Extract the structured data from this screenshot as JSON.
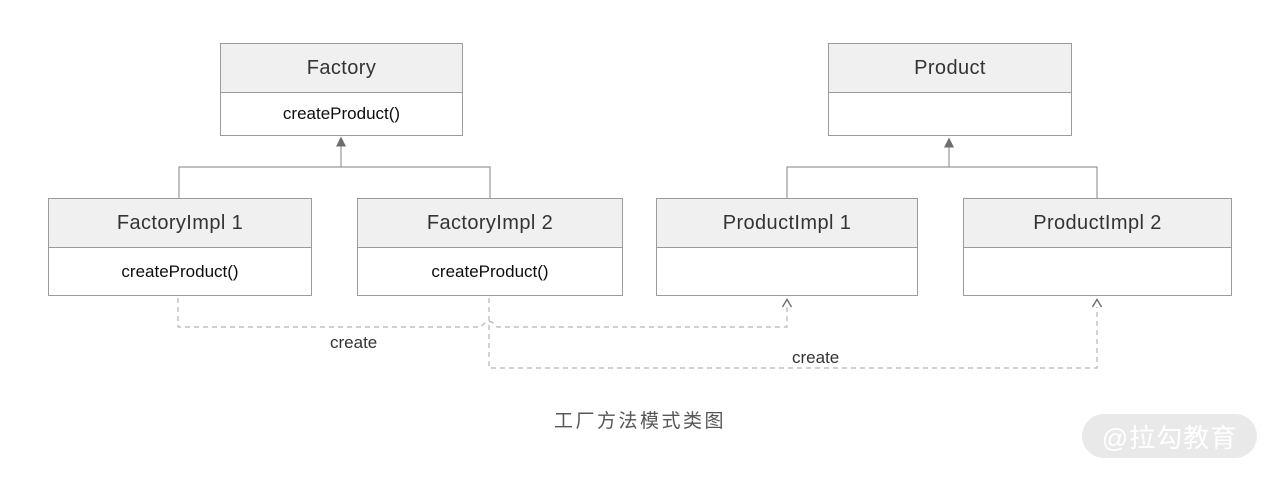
{
  "diagram": {
    "caption": "工厂方法模式类图",
    "watermark": "@拉勾教育",
    "classes": [
      {
        "name": "Factory",
        "methods": [
          "createProduct()"
        ]
      },
      {
        "name": "Product",
        "methods": []
      },
      {
        "name": "FactoryImpl 1",
        "methods": [
          "createProduct()"
        ]
      },
      {
        "name": "FactoryImpl 2",
        "methods": [
          "createProduct()"
        ]
      },
      {
        "name": "ProductImpl 1",
        "methods": []
      },
      {
        "name": "ProductImpl 2",
        "methods": []
      }
    ],
    "relations": [
      {
        "type": "inheritance",
        "from": "FactoryImpl 1",
        "to": "Factory"
      },
      {
        "type": "inheritance",
        "from": "FactoryImpl 2",
        "to": "Factory"
      },
      {
        "type": "inheritance",
        "from": "ProductImpl 1",
        "to": "Product"
      },
      {
        "type": "inheritance",
        "from": "ProductImpl 2",
        "to": "Product"
      },
      {
        "type": "dependency",
        "from": "FactoryImpl 1",
        "to": "ProductImpl 1",
        "label": "create"
      },
      {
        "type": "dependency",
        "from": "FactoryImpl 2",
        "to": "ProductImpl 2",
        "label": "create"
      }
    ],
    "colors": {
      "box_border": "#9b9b9b",
      "box_header_fill": "#f0f0f0",
      "solid_line": "#999999",
      "dashed_line": "#b4b4b4",
      "arrowhead": "#6e6e6e",
      "caption_text": "#575757",
      "watermark_bg": "#e9e9e9",
      "watermark_text": "#ffffff"
    }
  }
}
